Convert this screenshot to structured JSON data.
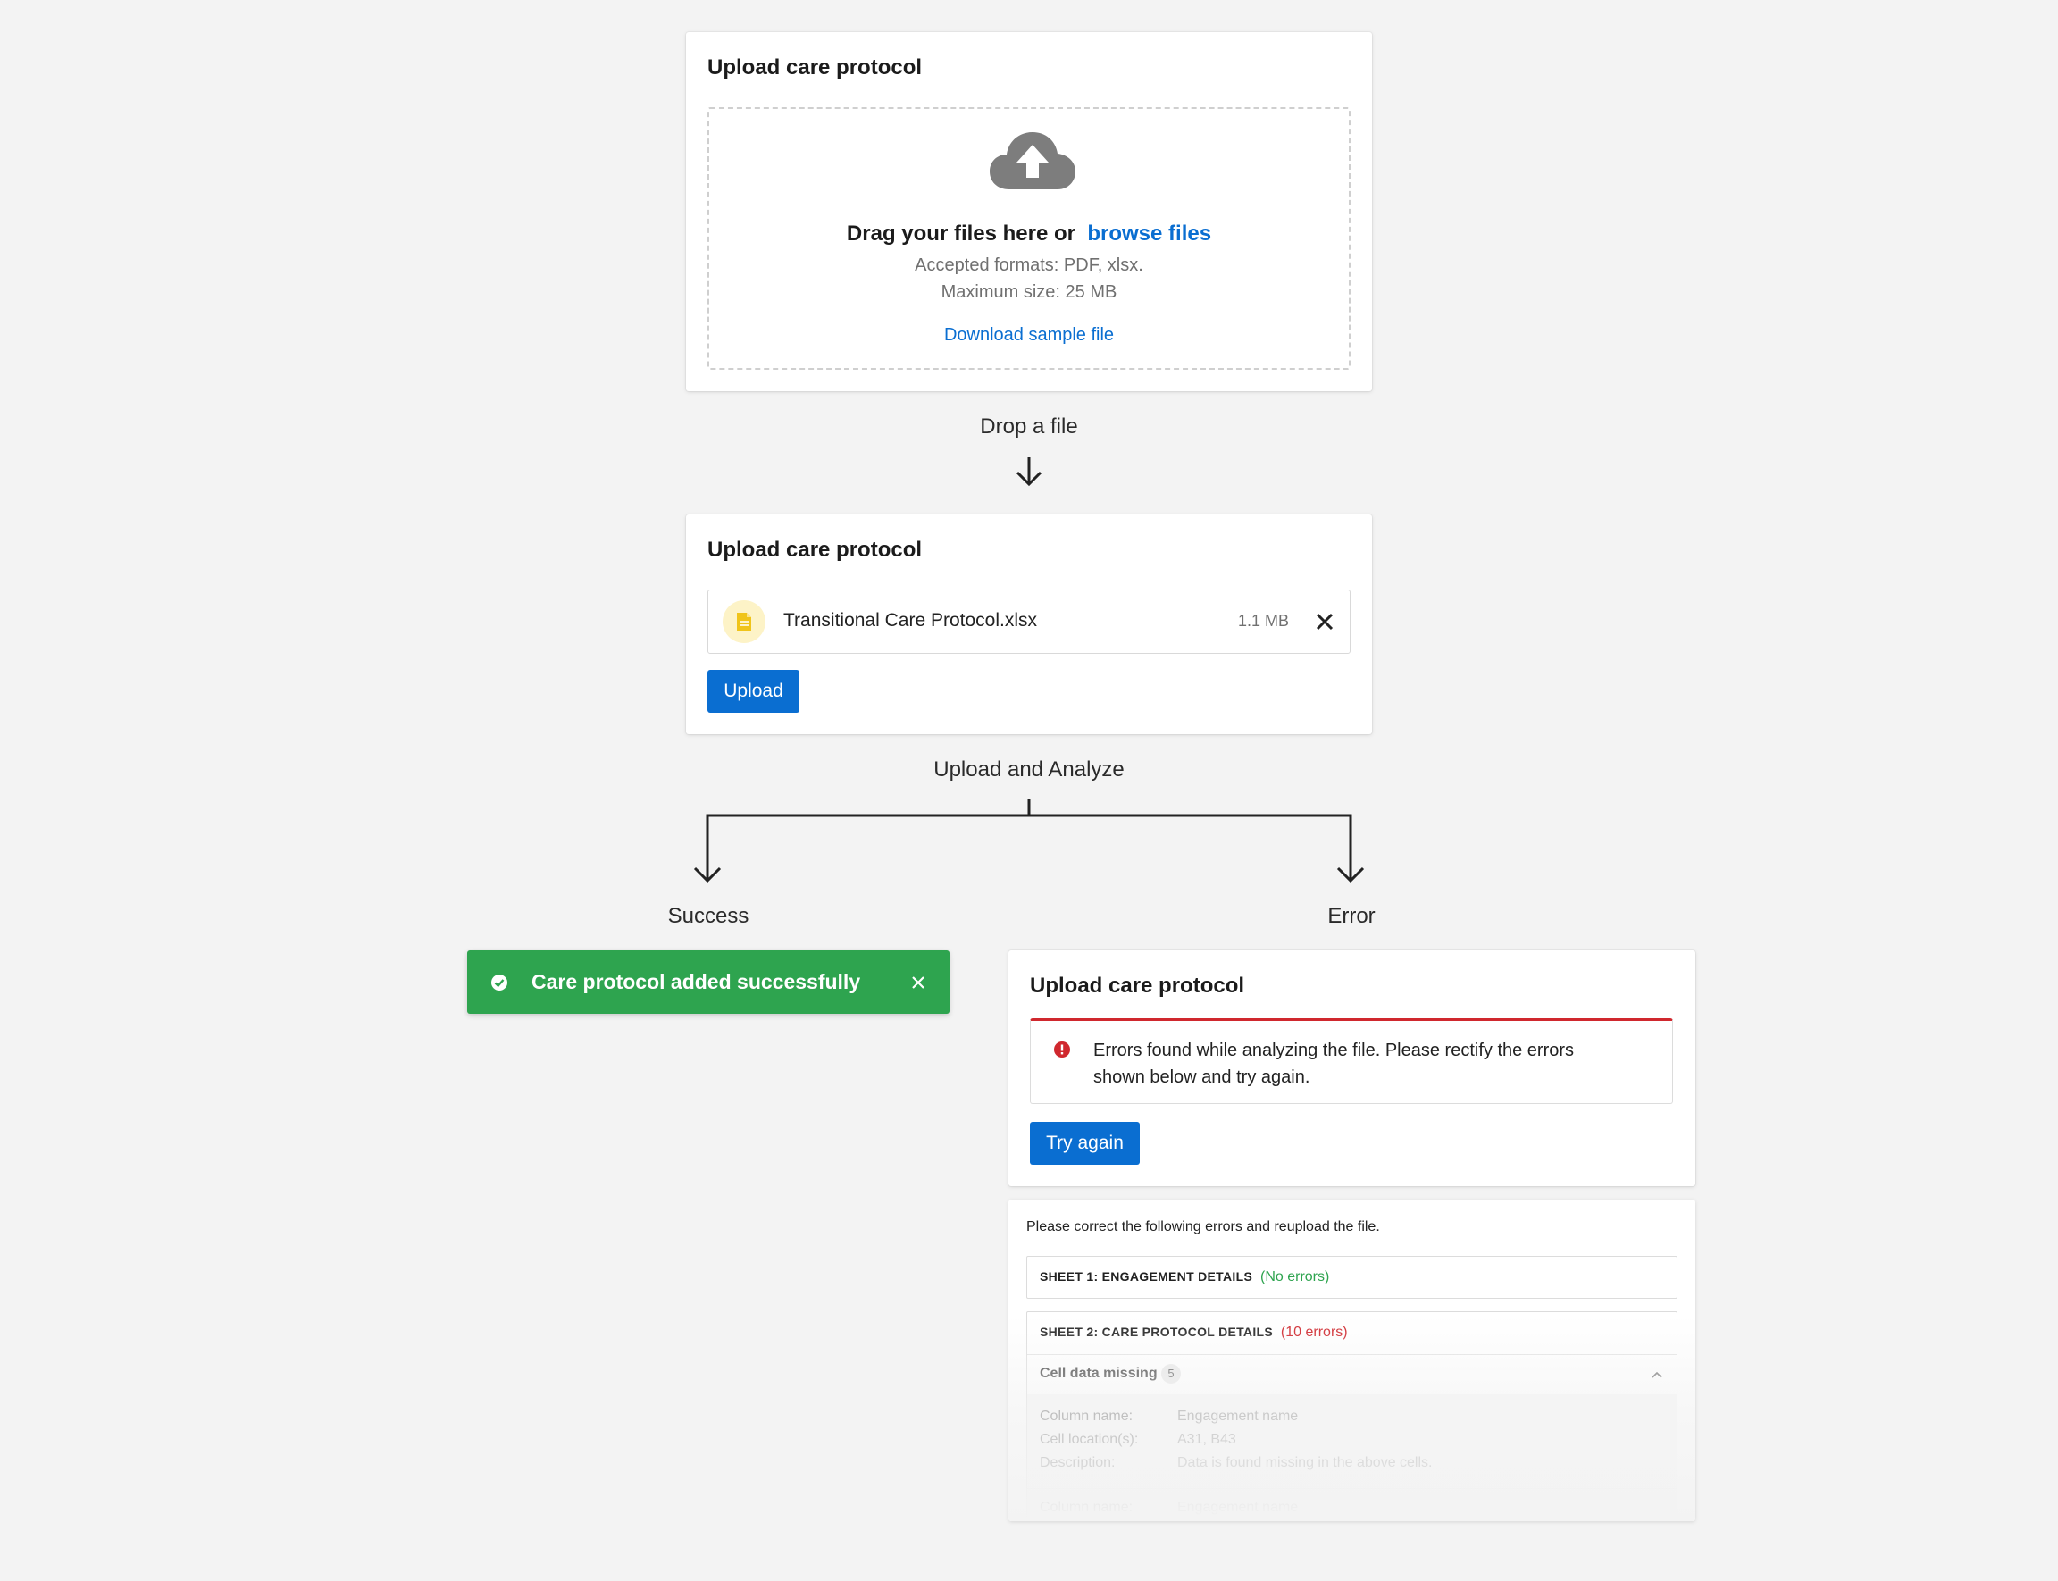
{
  "colors": {
    "primary": "#0a6ed1",
    "success": "#2ea44f",
    "error": "#d0282e",
    "file_icon_bg": "#fdf3c7",
    "file_icon": "#f0c419"
  },
  "card_initial": {
    "title": "Upload care protocol",
    "icon": "cloud-upload-icon",
    "drag_text": "Drag your files here or",
    "browse_link": "browse files",
    "formats": "Accepted formats: PDF, xlsx.",
    "max_size": "Maximum size: 25 MB",
    "sample_link": "Download sample file"
  },
  "flow": {
    "drop_label": "Drop a file",
    "analyze_label": "Upload and Analyze",
    "success_label": "Success",
    "error_label": "Error"
  },
  "card_selected": {
    "title": "Upload care protocol",
    "file_name": "Transitional Care Protocol.xlsx",
    "file_size": "1.1 MB",
    "file_icon": "document-icon",
    "remove_icon": "close-icon",
    "upload_button": "Upload"
  },
  "toast": {
    "message": "Care protocol added successfully",
    "icon": "check-circle-icon",
    "close_icon": "close-icon"
  },
  "card_error": {
    "title": "Upload care protocol",
    "error_icon": "error-circle-icon",
    "error_message_line1": "Errors found while analyzing the file. Please rectify the errors",
    "error_message_line2": "shown below and try again.",
    "try_again_button": "Try again"
  },
  "error_details": {
    "intro": "Please correct the following errors and reupload the file.",
    "sheet1": {
      "title": "SHEET 1: ENGAGEMENT DETAILS",
      "status": "(No errors)"
    },
    "sheet2": {
      "title": "SHEET 2: CARE PROTOCOL DETAILS",
      "status": "(10 errors)"
    },
    "group": {
      "label": "Cell data missing",
      "count": "5",
      "toggle_icon": "chevron-up-icon"
    },
    "entry": {
      "column_label": "Column name:",
      "column_value": "Engagement name",
      "cells_label": "Cell location(s):",
      "cells_value": "A31, B43",
      "desc_label": "Description:",
      "desc_value": "Data is found missing in the above cells."
    },
    "entry2": {
      "column_label": "Column name:",
      "column_value": "Engagement name"
    }
  }
}
